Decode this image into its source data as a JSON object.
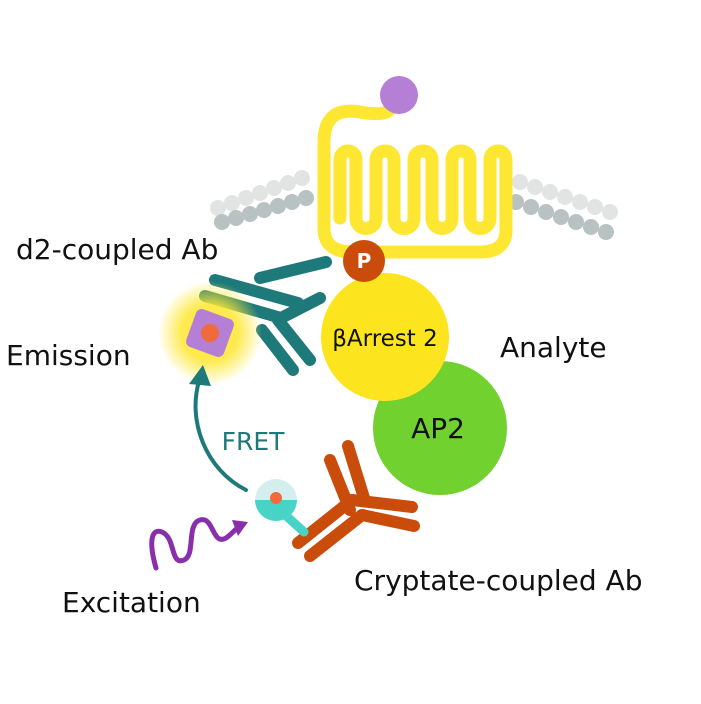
{
  "labels": {
    "d2_ab": "d2-coupled Ab",
    "emission": "Emission",
    "analyte": "Analyte",
    "fret": "FRET",
    "barrestin": "βArrest 2",
    "ap2": "AP2",
    "phospho": "P",
    "excitation": "Excitation",
    "cryptate_ab": "Cryptate-coupled Ab"
  },
  "colors": {
    "receptor": "#fde733",
    "membrane_light": "#e2e4e4",
    "membrane_dark": "#b9c2c2",
    "ligand": "#b67fd6",
    "phospho": "#c94c0b",
    "barrestin": "#fce51e",
    "ap2": "#71d12f",
    "d2_antibody": "#1e7a7a",
    "cryptate_antibody": "#c94c0b",
    "fret_arrow": "#1e7a7a",
    "excitation": "#8a2faa",
    "acceptor_glow": "#fde733",
    "acceptor": "#b67fd6",
    "acceptor_core": "#f06a3a",
    "donor": "#47d3c6",
    "donor_light": "#d4eef0",
    "donor_core": "#f06a3a"
  },
  "icons": {
    "ligand": "purple-ligand-circle",
    "phospho": "phosphate-p-badge",
    "acceptor": "d2-acceptor-dye-icon",
    "donor": "cryptate-donor-icon",
    "excitation": "wavy-excitation-arrow-icon",
    "fret": "curved-fret-arrow-icon"
  }
}
